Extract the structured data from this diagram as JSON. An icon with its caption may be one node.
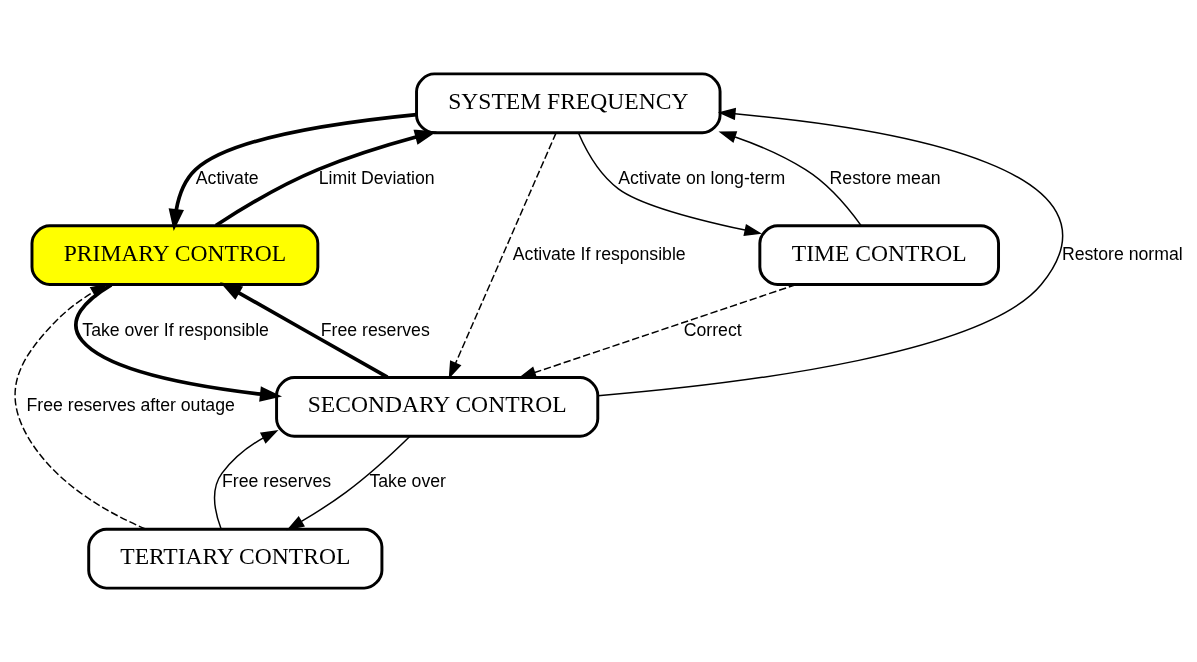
{
  "diagram": {
    "nodes": [
      {
        "text": [
          "SYSTEM FREQUENCY"
        ]
      },
      {
        "text": [
          "PRIMARY CONTROL"
        ]
      },
      {
        "text": [
          "SECONDARY CONTROL"
        ]
      },
      {
        "text": [
          "TERTIARY CONTROL"
        ]
      },
      {
        "text": [
          "TIME CONTROL"
        ]
      }
    ],
    "edges": [
      {
        "from": 4,
        "to": 0,
        "arrow": "to",
        "label": "Restore mean"
      },
      {
        "from": 2,
        "to": 0,
        "arrow": "to",
        "label": "Restore normal"
      },
      {
        "from": 1,
        "to": 0,
        "arrow": "to",
        "label": "Limit Deviation",
        "style": "thick"
      },
      {
        "from": 0,
        "to": 1,
        "arrow": "to",
        "label": "Activate",
        "style": "thick"
      },
      {
        "from": 3,
        "to": 1,
        "arrow": "to",
        "label": "Free reserves after outage",
        "style": "dashed"
      },
      {
        "from": 2,
        "to": 1,
        "arrow": "to",
        "label": "Free reserves",
        "style": "thick"
      },
      {
        "from": 0,
        "to": 2,
        "arrow": "to",
        "label": "Activate If responsible",
        "style": "dashed"
      },
      {
        "from": 1,
        "to": 2,
        "arrow": "to",
        "label": "Take over If responsible",
        "style": "thick"
      },
      {
        "from": 4,
        "to": 2,
        "arrow": "to",
        "label": "Correct",
        "style": "dashed"
      },
      {
        "from": 3,
        "to": 2,
        "arrow": "to",
        "label": "Free reserves"
      },
      {
        "from": 2,
        "to": 3,
        "arrow": "to",
        "label": "Take over"
      },
      {
        "from": 0,
        "to": 4,
        "arrow": "to",
        "label": "Activate on long-term"
      }
    ]
  }
}
